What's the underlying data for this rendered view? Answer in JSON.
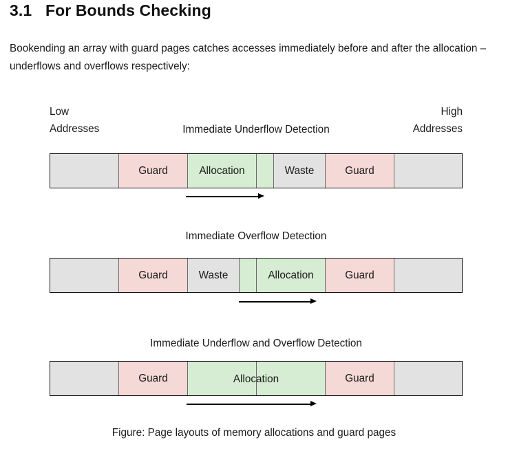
{
  "heading": {
    "number": "3.1",
    "title": "For Bounds Checking"
  },
  "paragraph": "Bookending an array with guard pages catches accesses immediately before and after the allocation – underflows and overflows respectively:",
  "address_labels": {
    "low": "Low\nAddresses",
    "low_line1": "Low",
    "low_line2": "Addresses",
    "high_line1": "High",
    "high_line2": "Addresses"
  },
  "colors": {
    "guard": "#f5d9d6",
    "allocation": "#d6edd3",
    "waste": "#e2e2e2",
    "unused": "#e2e2e2",
    "border": "#111111",
    "cell_divider": "#6b6b6b"
  },
  "diagrams": [
    {
      "title": "Immediate Underflow Detection",
      "cells": [
        {
          "label": "",
          "kind": "unused"
        },
        {
          "label": "Guard",
          "kind": "guard"
        },
        {
          "label": "Allocation",
          "kind": "allocation"
        },
        {
          "label": "",
          "kind": "allocation"
        },
        {
          "label": "Waste",
          "kind": "waste"
        },
        {
          "label": "Guard",
          "kind": "guard"
        },
        {
          "label": "",
          "kind": "unused"
        }
      ],
      "arrow": {
        "start": 270,
        "end": 384
      }
    },
    {
      "title": "Immediate Overflow Detection",
      "cells": [
        {
          "label": "",
          "kind": "unused"
        },
        {
          "label": "Guard",
          "kind": "guard"
        },
        {
          "label": "Waste",
          "kind": "waste"
        },
        {
          "label": "",
          "kind": "allocation"
        },
        {
          "label": "Allocation",
          "kind": "allocation"
        },
        {
          "label": "Guard",
          "kind": "guard"
        },
        {
          "label": "",
          "kind": "unused"
        }
      ],
      "arrow": {
        "start": 347,
        "end": 460
      }
    },
    {
      "title": "Immediate Underflow and Overflow Detection",
      "cells": [
        {
          "label": "",
          "kind": "unused"
        },
        {
          "label": "Guard",
          "kind": "guard"
        },
        {
          "label": "",
          "kind": "allocation"
        },
        {
          "label": "",
          "kind": "allocation"
        },
        {
          "label": "Guard",
          "kind": "guard"
        },
        {
          "label": "",
          "kind": "unused"
        }
      ],
      "span_label": "Allocation",
      "arrow": {
        "start": 271,
        "end": 460
      }
    }
  ],
  "caption": "Figure: Page layouts of memory allocations and guard pages"
}
